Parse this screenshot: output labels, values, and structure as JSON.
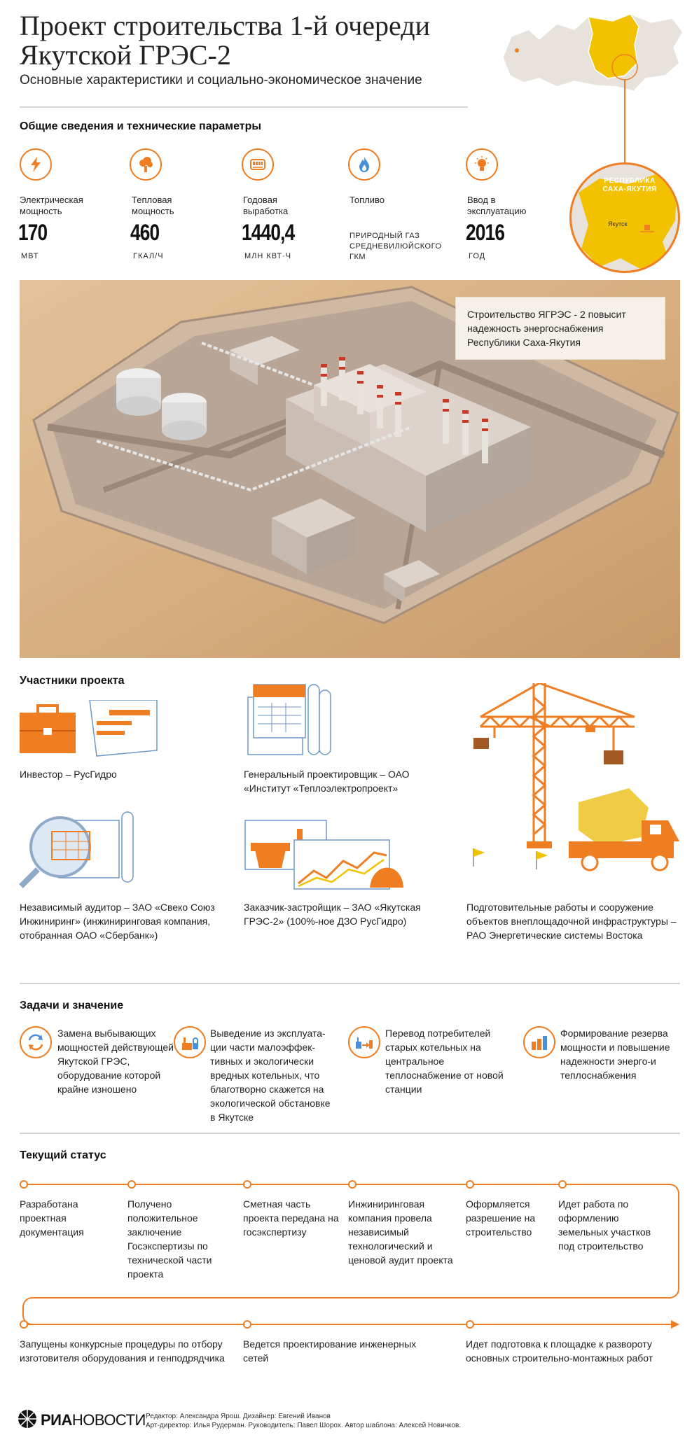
{
  "header": {
    "title": "Проект строительства 1-й очереди Якутской ГРЭС-2",
    "subtitle": "Основные характеристики и социально-экономическое значение"
  },
  "map": {
    "region_label": "РЕСПУБЛИКА САХА-ЯКУТИЯ",
    "city_label": "Якутск"
  },
  "params": {
    "heading": "Общие сведения и технические параметры",
    "items": [
      {
        "label": "Электрическая мощность",
        "value": "170",
        "unit": "МВТ",
        "icon": "lightning-icon"
      },
      {
        "label": "Тепловая мощность",
        "value": "460",
        "unit": "ГКАЛ/Ч",
        "icon": "steam-cloud-icon"
      },
      {
        "label": "Годовая выработка",
        "value": "1440,4",
        "unit": "МЛН КВТ·Ч",
        "icon": "meter-icon"
      },
      {
        "label": "Топливо",
        "value": "ПРИРОДНЫЙ ГАЗ СРЕДНЕВИЛЮЙСКОГО ГКМ",
        "unit": "",
        "icon": "gas-flame-icon"
      },
      {
        "label": "Ввод в эксплуатацию",
        "value": "2016",
        "unit": "ГОД",
        "icon": "light-bulb-icon"
      }
    ]
  },
  "render_callout": "Строительство ЯГРЭС - 2 повысит надежность энергоснабжения Республики Саха-Якутия",
  "participants": {
    "heading": "Участники проекта",
    "items": [
      "Инвестор – РусГидро",
      "Генеральный проектировщик – ОАО «Институт «Теплоэлектропроект»",
      "Независимый аудитор – ЗАО «Свеко Союз Инжиниринг» (инжиниринговая компания, отобранная ОАО «Сбербанк»)",
      "Заказчик-застройщик – ЗАО «Якутская ГРЭС-2» (100%-ное ДЗО РусГидро)",
      "Подготовительные работы и сооружение объектов внеплощадочной инфраструктуры – РАО Энергетические системы Востока"
    ]
  },
  "tasks": {
    "heading": "Задачи и значение",
    "items": [
      "Замена выбывающих мощностей действующей Якутской ГРЭС, оборудование которой крайне изношено",
      "Выведение из эксплуата-ции части малоэффек-тивных и экологически вредных котельных, что благотворно скажется на экологической обстановке в Якутске",
      "Перевод потребителей старых котельных на центральное теплоснабжение от новой станции",
      "Формирование резерва мощности и повышение надежности энерго-и теплоснабжения"
    ]
  },
  "status": {
    "heading": "Текущий статус",
    "row1": [
      "Разработана проектная документация",
      "Получено положительное заключение Госэкспертизы по технической части проекта",
      "Сметная часть проекта передана на госэкспертизу",
      "Инжиниринговая компания провела независимый технологический и ценовой аудит проекта",
      "Оформляется разрешение на строительство",
      "Идет работа по оформлению земельных участков под строительство"
    ],
    "row2": [
      "Запущены конкурсные процедуры по отбору изготовителя оборудования и генподрядчика",
      "Ведется проектирование инженерных сетей",
      "Идет подготовка к площадке к развороту основных строительно-монтажных работ"
    ]
  },
  "footer": {
    "logo_bold": "РИА",
    "logo_rest": "НОВОСТИ",
    "credits_line1": "Редактор: Александра Ярош. Дизайнер: Евгений Иванов",
    "credits_line2": "Арт-директор: Илья Рудерман. Руководитель: Павел Шорох. Автор шаблона: Алексей Новичков."
  },
  "colors": {
    "accent": "#ef7d22",
    "map_yellow": "#f2c200",
    "sand": "#d8b48a"
  }
}
